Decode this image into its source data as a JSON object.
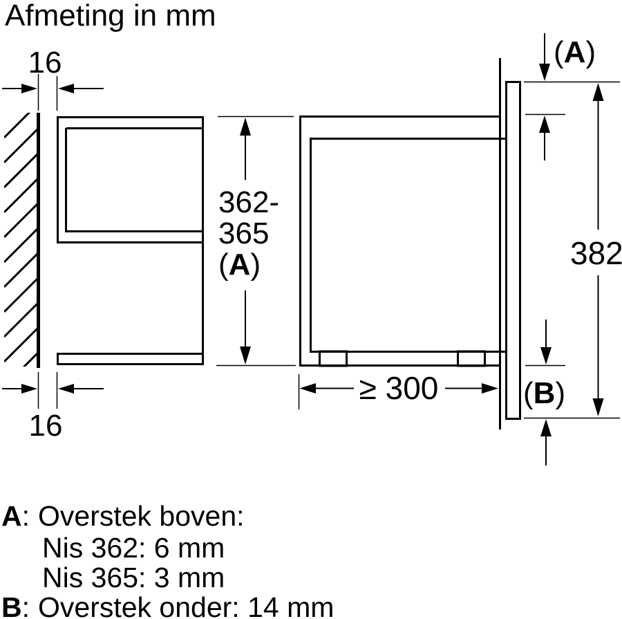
{
  "title": "Afmeting in mm",
  "colors": {
    "line": "#000000",
    "background": "#ffffff"
  },
  "dims": {
    "gap_top": "16",
    "gap_bottom": "16",
    "niche_height": {
      "line1": "362-",
      "line2": "365",
      "label": {
        "open": "(",
        "letter": "A",
        "close": ")"
      }
    },
    "min_depth": "≥ 300",
    "front_height": "382",
    "overhang_top": {
      "open": "(",
      "letter": "A",
      "close": ")"
    },
    "overhang_bottom": {
      "open": "(",
      "letter": "B",
      "close": ")"
    }
  },
  "legend": {
    "colon": ":",
    "a_letter": "A",
    "a_title": "Overstek boven:",
    "a_lines": [
      "Nis 362: 6 mm",
      "Nis 365: 3 mm"
    ],
    "b_letter": "B",
    "b_title": "Overstek onder: 14 mm"
  }
}
